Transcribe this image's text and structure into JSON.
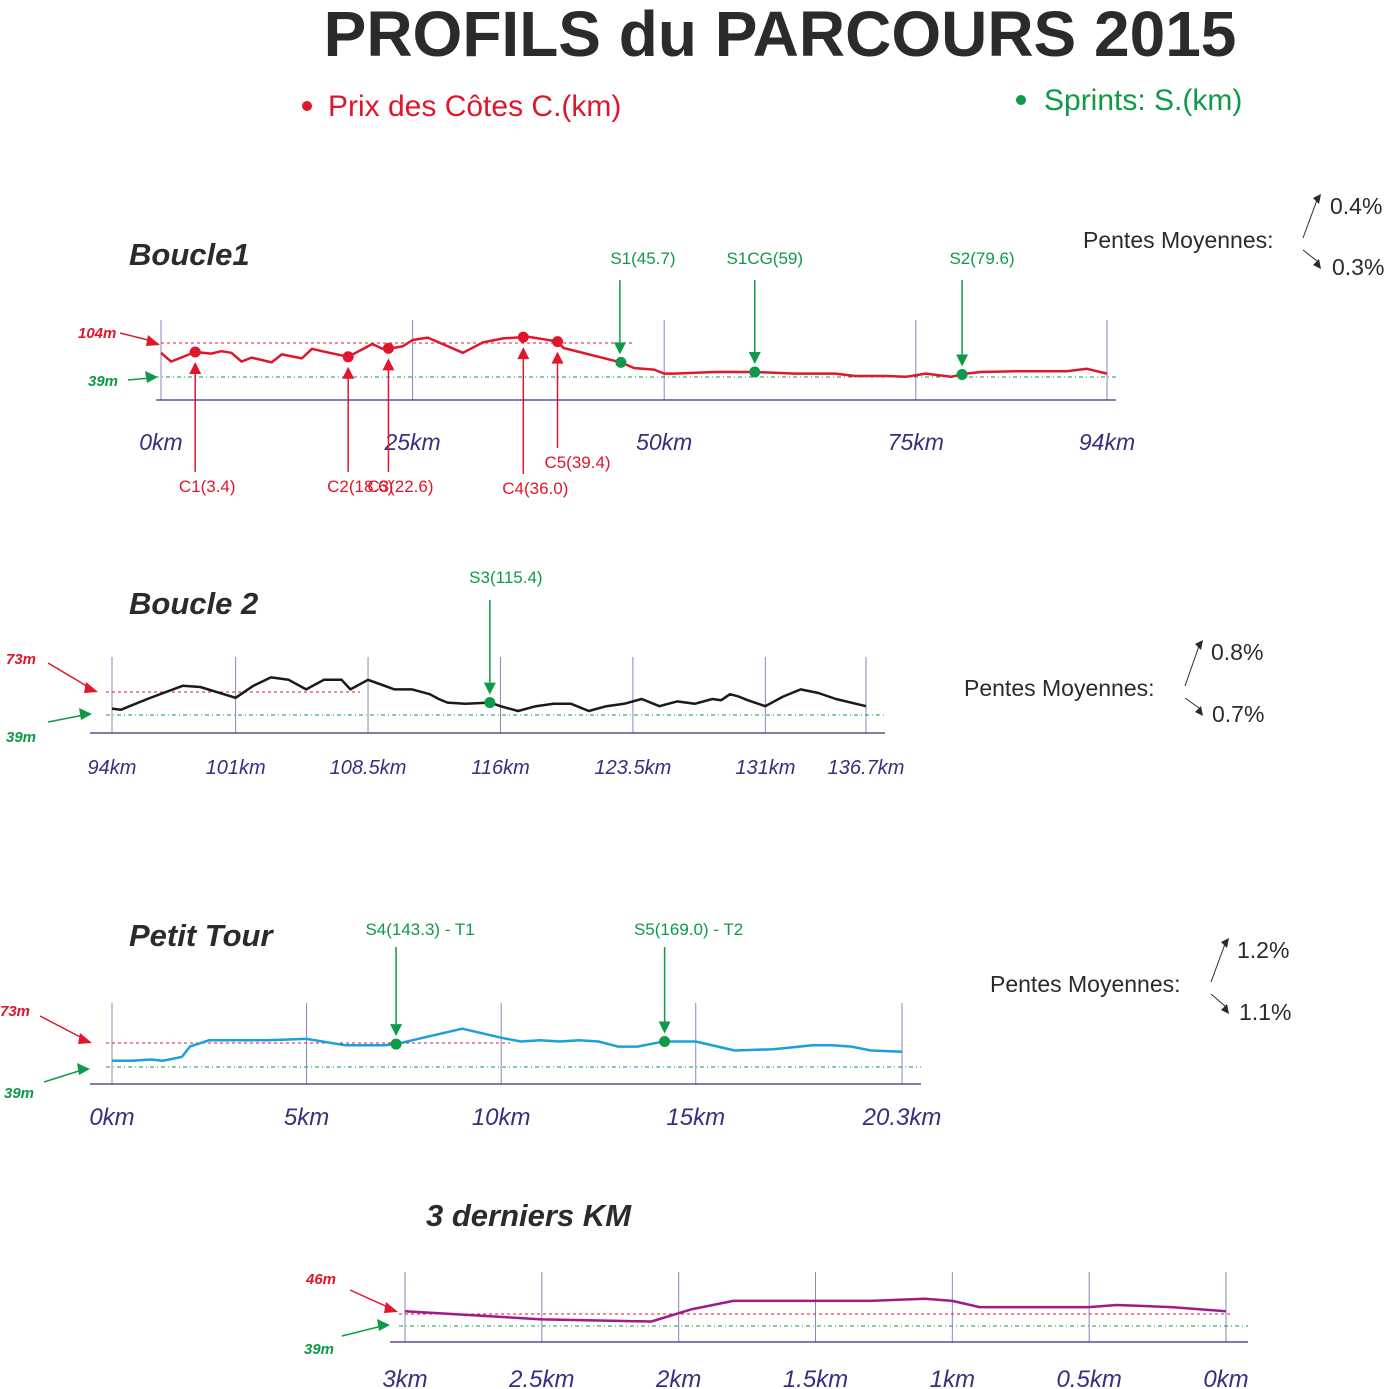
{
  "header": {
    "title": "PROFILS du PARCOURS 2015",
    "legend_cotes": "Prix des Côtes C.(km)",
    "legend_sprints": "Sprints: S.(km)"
  },
  "colors": {
    "cote": "#e0162b",
    "sprint": "#0e9a48",
    "axis": "#3b2e7e",
    "gridline": "#8a86b8"
  },
  "pentes_label": "Pentes Moyennes:",
  "chart_data": [
    {
      "type": "line",
      "title": "Boucle1",
      "x_ticks": [
        "0km",
        "25km",
        "50km",
        "75km",
        "94km"
      ],
      "x_tick_values": [
        0,
        25,
        50,
        75,
        94
      ],
      "xlim": [
        0,
        94
      ],
      "alt_high": "104m",
      "alt_low": "39m",
      "ylim": [
        30,
        125
      ],
      "color": "#e0162b",
      "series": [
        {
          "x": [
            0,
            1,
            3.4,
            5,
            6,
            7,
            8,
            9,
            11,
            12,
            14,
            15,
            16,
            18.6,
            21,
            22,
            23,
            24,
            25,
            26.5,
            30,
            32,
            34,
            36.5,
            37,
            38,
            39.4,
            40,
            45.7,
            47,
            49,
            50,
            51,
            55,
            59,
            63,
            67,
            69,
            72,
            74,
            76,
            78.5,
            80,
            81.5,
            85,
            88,
            90,
            92,
            94
          ],
          "y": [
            84,
            73,
            85,
            83,
            86,
            84,
            73,
            78,
            72,
            82,
            77,
            89,
            86,
            79,
            95,
            89,
            90,
            92,
            100,
            103,
            84,
            97,
            102,
            104,
            103,
            101,
            98,
            90,
            72,
            65,
            63,
            58,
            58,
            60,
            60,
            58,
            58,
            55,
            55,
            54,
            58,
            54,
            58,
            60,
            61,
            61,
            61,
            64,
            58
          ]
        }
      ],
      "cotes": [
        {
          "label": "C1(3.4)",
          "km": 3.4
        },
        {
          "label": "C2(18.6)",
          "km": 18.6
        },
        {
          "label": "C3(22.6)",
          "km": 22.6
        },
        {
          "label": "C4(36.0)",
          "km": 36.0
        },
        {
          "label": "C5(39.4)",
          "km": 39.4
        }
      ],
      "sprints": [
        {
          "label": "S1(45.7)",
          "km": 45.7
        },
        {
          "label": "S1CG(59)",
          "km": 59
        },
        {
          "label": "S2(79.6)",
          "km": 79.6
        }
      ],
      "pentes": {
        "up": "0.4%",
        "down": "0.3%"
      }
    },
    {
      "type": "line",
      "title": "Boucle 2",
      "x_ticks": [
        "94km",
        "101km",
        "108.5km",
        "116km",
        "123.5km",
        "131km",
        "136.7km"
      ],
      "x_tick_values": [
        94,
        101,
        108.5,
        116,
        123.5,
        131,
        136.7
      ],
      "xlim": [
        94,
        136.7
      ],
      "alt_high": "73m",
      "alt_low": "39m",
      "ylim": [
        25,
        85
      ],
      "color": "#1a1a1a",
      "series": [
        {
          "x": [
            94,
            94.5,
            96,
            98,
            99,
            101,
            102,
            103,
            104,
            105,
            106,
            107,
            107.5,
            108.5,
            110,
            111,
            112,
            112.5,
            113,
            114,
            115.4,
            116,
            117,
            118,
            119,
            120,
            121,
            122,
            123,
            124,
            125,
            126,
            127,
            128,
            128.5,
            129,
            129.5,
            130,
            131,
            132,
            133,
            134,
            135,
            136.7
          ],
          "y": [
            42,
            41,
            50,
            61,
            60,
            51,
            61,
            68,
            66,
            58,
            66,
            66,
            58,
            66,
            58,
            58,
            54,
            50,
            47,
            46,
            47,
            44,
            40,
            44,
            46,
            46,
            40,
            44,
            46,
            50,
            44,
            48,
            46,
            50,
            49,
            54,
            52,
            49,
            44,
            52,
            58,
            55,
            50,
            44
          ]
        }
      ],
      "cotes": [],
      "sprints": [
        {
          "label": "S3(115.4)",
          "km": 115.4
        }
      ],
      "pentes": {
        "up": "0.8%",
        "down": "0.7%"
      }
    },
    {
      "type": "line",
      "title": "Petit Tour",
      "x_ticks": [
        "0km",
        "5km",
        "10km",
        "15km",
        "20.3km"
      ],
      "x_tick_values": [
        0,
        5,
        10,
        15,
        20.3
      ],
      "xlim": [
        0,
        20.3
      ],
      "alt_high": "73m",
      "alt_low": "39m",
      "ylim": [
        25,
        85
      ],
      "color": "#1aa0dc",
      "series": [
        {
          "x": [
            0,
            0.5,
            1,
            1.3,
            1.8,
            2,
            2.5,
            3,
            4,
            5,
            6,
            7,
            7.3,
            8,
            9,
            10,
            10.5,
            11,
            11.5,
            12,
            12.5,
            13,
            13.5,
            14,
            14.2,
            15,
            16,
            17,
            18,
            18.5,
            19,
            19.5,
            20.3
          ],
          "y": [
            40,
            40,
            41,
            40,
            43,
            51,
            56,
            56,
            56,
            57,
            52,
            52,
            53,
            58,
            65,
            58,
            55,
            56,
            55,
            56,
            55,
            51,
            51,
            54,
            55,
            55,
            48,
            49,
            52,
            52,
            51,
            48,
            47
          ]
        }
      ],
      "cotes": [],
      "sprints": [
        {
          "label": "S4(143.3) - T1",
          "km": 7.3
        },
        {
          "label": "S5(169.0) - T2",
          "km": 14.2
        }
      ],
      "pentes": {
        "up": "1.2%",
        "down": "1.1%"
      }
    },
    {
      "type": "line",
      "title": "3 derniers KM",
      "x_ticks": [
        "3km",
        "2.5km",
        "2km",
        "1.5km",
        "1km",
        "0.5km",
        "0km"
      ],
      "x_tick_values": [
        3,
        2.5,
        2,
        1.5,
        1,
        0.5,
        0
      ],
      "xlim": [
        3,
        0
      ],
      "alt_high": "46m",
      "alt_low": "39m",
      "ylim": [
        34,
        50
      ],
      "color": "#a01a8a",
      "series": [
        {
          "x": [
            3,
            2.5,
            2.1,
            1.95,
            1.8,
            1.5,
            1.3,
            1.1,
            1,
            0.9,
            0.6,
            0.5,
            0.4,
            0.2,
            0
          ],
          "y": [
            40.5,
            38.5,
            38,
            41,
            43,
            43,
            43,
            43.5,
            43,
            41.5,
            41.5,
            41.5,
            42,
            41.5,
            40.5
          ]
        }
      ],
      "cotes": [],
      "sprints": [],
      "pentes": null
    }
  ]
}
